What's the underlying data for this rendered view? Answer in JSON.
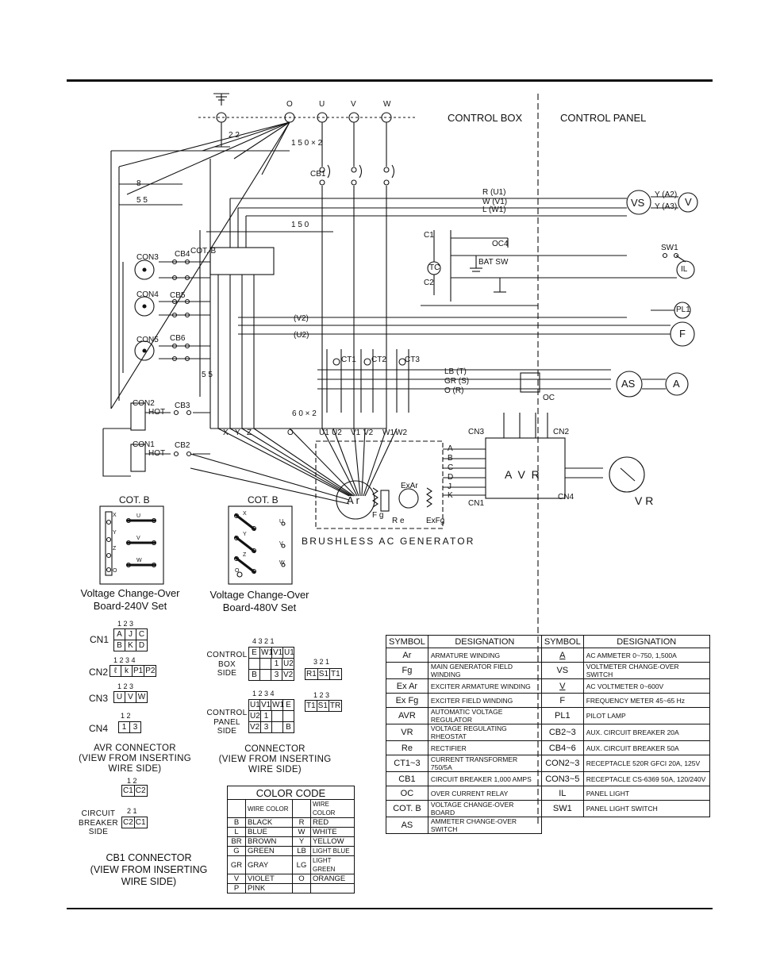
{
  "header": {
    "control_box": "CONTROL BOX",
    "control_panel": "CONTROL PANEL"
  },
  "schematic": {
    "terminals": [
      "O",
      "U",
      "V",
      "W"
    ],
    "wire_22": "2 2",
    "wire_150x2": "1 5 0 × 2",
    "wire_150": "1 5 0",
    "wire_60x2": "6 0 × 2",
    "wire_8": "8",
    "wire_55": "5 5",
    "wire_55b": "5 5",
    "cb1": "CB1",
    "cot_b": "COT. B",
    "con3": "CON3",
    "con4": "CON4",
    "con5": "CON5",
    "con2": "CON2",
    "con1": "CON1",
    "cb4": "CB4",
    "cb5": "CB5",
    "cb6": "CB6",
    "cb3": "CB3",
    "cb2": "CB2",
    "hot1": "HOT",
    "hot2": "HOT",
    "ocs": "OC",
    "tc": "TC",
    "c1": "C1",
    "c2": "C2",
    "bat_sw": "BAT SW",
    "oc4": "OC4",
    "vs": "VS",
    "v": "V",
    "sw1": "SW1",
    "il": "IL",
    "pl1": "PL1",
    "f": "F",
    "as": "AS",
    "a": "A",
    "ct1": "CT1",
    "ct2": "CT2",
    "ct3": "CT3",
    "oc": "OC",
    "cn3": "CN3",
    "cn2": "CN2",
    "cn1": "CN1",
    "cn4": "CN4",
    "avr": "A V R",
    "vr": "V R",
    "ar": "A r",
    "fg": "F g",
    "exar": "ExAr",
    "re": "R e",
    "exfg": "ExFg",
    "generator": "BRUSHLESS AC GENERATOR",
    "line_labels_right": [
      "R (U1)",
      "W (V1)",
      "L (W1)"
    ],
    "line_labels_mid": [
      "(V2)",
      "(U2)"
    ],
    "sas_labels": [
      "LB (T)",
      "GR (S)",
      "O (R)"
    ],
    "vs_out": [
      "Y (A2)",
      "Y (A3)"
    ],
    "avr_terms": [
      "A",
      "B",
      "C",
      "D",
      "J",
      "K"
    ],
    "bottom_terms": [
      "X",
      "Y",
      "Z",
      "O",
      "U1",
      "U2",
      "V1",
      "V2",
      "W1",
      "W2"
    ]
  },
  "cotb": [
    {
      "title": "COT. B",
      "caption": "Voltage Change-Over Board-240V Set",
      "left_labels": [
        "X",
        "Y",
        "Z",
        "O"
      ],
      "right_labels": [
        "U",
        "V",
        "W"
      ]
    },
    {
      "title": "COT. B",
      "caption": "Voltage Change-Over Board-480V Set",
      "left_labels": [
        "X",
        "Y",
        "Z",
        "O"
      ],
      "right_labels": [
        "U",
        "V",
        "W"
      ]
    }
  ],
  "avr_connector": {
    "cn1_label": "CN1",
    "cn1_nums": "1  2  3",
    "cn1_row1": [
      "A",
      "J",
      "C"
    ],
    "cn1_row2": [
      "B",
      "K",
      "D"
    ],
    "cn2_label": "CN2",
    "cn2_nums": "1  2  3  4",
    "cn2_row": [
      "ℓ",
      "k",
      "P1",
      "P2"
    ],
    "cn3_label": "CN3",
    "cn3_nums": "1  2  3",
    "cn3_row": [
      "U",
      "V",
      "W"
    ],
    "cn4_label": "CN4",
    "cn4_nums": "1 2",
    "cn4_row": [
      "1",
      "3"
    ],
    "caption": "AVR CONNECTOR\n(VIEW FROM INSERTING\nWIRE SIDE)"
  },
  "connector": {
    "box_side": "CONTROL\nBOX\nSIDE",
    "panel_side": "CONTROL\nPANEL\nSIDE",
    "nums4": "4  3  2  1",
    "box_r1": [
      "E",
      "W1",
      "V1",
      "U1"
    ],
    "box_r2": [
      "",
      "",
      "1",
      "U2"
    ],
    "box_r3": [
      "B",
      "",
      "3",
      "V2"
    ],
    "nums3": "3  2  1",
    "trip_box": [
      "R1",
      "S1",
      "T1"
    ],
    "nums1234": "1  2  3  4",
    "panel_r1": [
      "U1",
      "V1",
      "W1",
      "E"
    ],
    "panel_r2": [
      "U2",
      "1",
      "",
      ""
    ],
    "panel_r3": [
      "V2",
      "3",
      "",
      "B"
    ],
    "nums123": "1  2  3",
    "trip_panel": [
      "T1",
      "S1",
      "TR"
    ],
    "caption": "CONNECTOR\n(VIEW FROM INSERTING\nWIRE SIDE)"
  },
  "cb1_connector": {
    "nums": "1  2",
    "top": [
      "C1",
      "C2"
    ],
    "nums2": "2  1",
    "bottom": [
      "C2",
      "C1"
    ],
    "side_label": "CIRCUIT\nBREAKER\nSIDE",
    "caption": "CB1 CONNECTOR\n(VIEW FROM INSERTING\nWIRE SIDE)"
  },
  "color_code": {
    "title": "COLOR CODE",
    "sub": "WIRE COLOR",
    "rows": [
      [
        "B",
        "BLACK",
        "R",
        "RED"
      ],
      [
        "L",
        "BLUE",
        "W",
        "WHITE"
      ],
      [
        "BR",
        "BROWN",
        "Y",
        "YELLOW"
      ],
      [
        "G",
        "GREEN",
        "LB",
        "LIGHT BLUE"
      ],
      [
        "GR",
        "GRAY",
        "LG",
        "LIGHT GREEN"
      ],
      [
        "V",
        "VIOLET",
        "O",
        "ORANGE"
      ],
      [
        "P",
        "PINK",
        "",
        ""
      ]
    ]
  },
  "legend": {
    "headers": [
      "SYMBOL",
      "DESIGNATION",
      "SYMBOL",
      "DESIGNATION"
    ],
    "rows": [
      [
        "Ar",
        "ARMATURE WINDING",
        "A",
        "AC AMMETER 0~750, 1,500A"
      ],
      [
        "Fg",
        "MAIN GENERATOR FIELD WINDING",
        "VS",
        "VOLTMETER CHANGE-OVER SWITCH"
      ],
      [
        "Ex Ar",
        "EXCITER ARMATURE WINDING",
        "V",
        "AC VOLTMETER 0~600V"
      ],
      [
        "Ex Fg",
        "EXCITER FIELD WINDING",
        "F",
        "FREQUENCY METER 45~65 Hz"
      ],
      [
        "AVR",
        "AUTOMATIC VOLTAGE REGULATOR",
        "PL1",
        "PILOT LAMP"
      ],
      [
        "VR",
        "VOLTAGE REGULATING RHEOSTAT",
        "CB2~3",
        "AUX. CIRCUIT BREAKER 20A"
      ],
      [
        "Re",
        "RECTIFIER",
        "CB4~6",
        "AUX. CIRCUIT BREAKER 50A"
      ],
      [
        "CT1~3",
        "CURRENT TRANSFORMER 750/5A",
        "CON2~3",
        "RECEPTACLE 520R GFCI 20A, 125V"
      ],
      [
        "CB1",
        "CIRCUIT BREAKER 1,000 AMPS",
        "CON3~5",
        "RECEPTACLE CS-6369 50A, 120/240V"
      ],
      [
        "OC",
        "OVER CURRENT RELAY",
        "IL",
        "PANEL LIGHT"
      ],
      [
        "COT. B",
        "VOLTAGE CHANGE-OVER BOARD",
        "SW1",
        "PANEL LIGHT SWITCH"
      ],
      [
        "AS",
        "AMMETER CHANGE-OVER SWITCH",
        null,
        null
      ]
    ]
  }
}
